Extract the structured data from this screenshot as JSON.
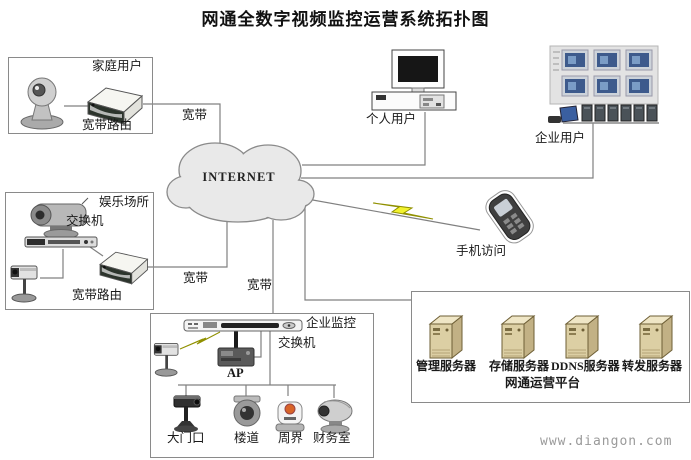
{
  "title": "网通全数字视频监控运营系统拓扑图",
  "internet": "INTERNET",
  "watermark": "www.diangon.com",
  "broadband": "宽带",
  "home": {
    "label": "家庭用户",
    "router": "宽带路由"
  },
  "personal": {
    "label": "个人用户"
  },
  "enterprise": {
    "label": "企业用户"
  },
  "mobile": {
    "label": "手机访问"
  },
  "entertainment": {
    "label": "娱乐场所",
    "switch": "交换机",
    "router": "宽带路由"
  },
  "biz": {
    "label": "企业监控",
    "switch": "交换机",
    "ap": "AP",
    "cameras": [
      "大门口",
      "楼道",
      "周界",
      "财务室"
    ]
  },
  "platform": {
    "label": "网通运营平台",
    "servers": [
      "管理服务器",
      "存储服务器",
      "DDNS服务器",
      "转发服务器"
    ]
  },
  "colors": {
    "line": "#808080",
    "cloud_fill": "#e9e9e9",
    "cloud_stroke": "#8a8a8a",
    "lightning_fill": "#f2f22e",
    "lightning_stroke": "#909000",
    "server_fill": "#dccfa4"
  }
}
